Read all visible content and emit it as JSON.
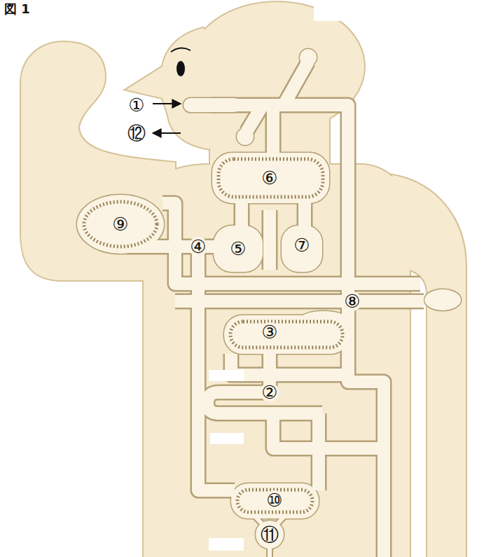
{
  "diagram": {
    "title": "図 1",
    "labels": [
      "①",
      "⑫",
      "⑥",
      "⑨",
      "④",
      "⑤",
      "⑦",
      "⑧",
      "③",
      "②",
      "⑩",
      "⑪"
    ]
  }
}
